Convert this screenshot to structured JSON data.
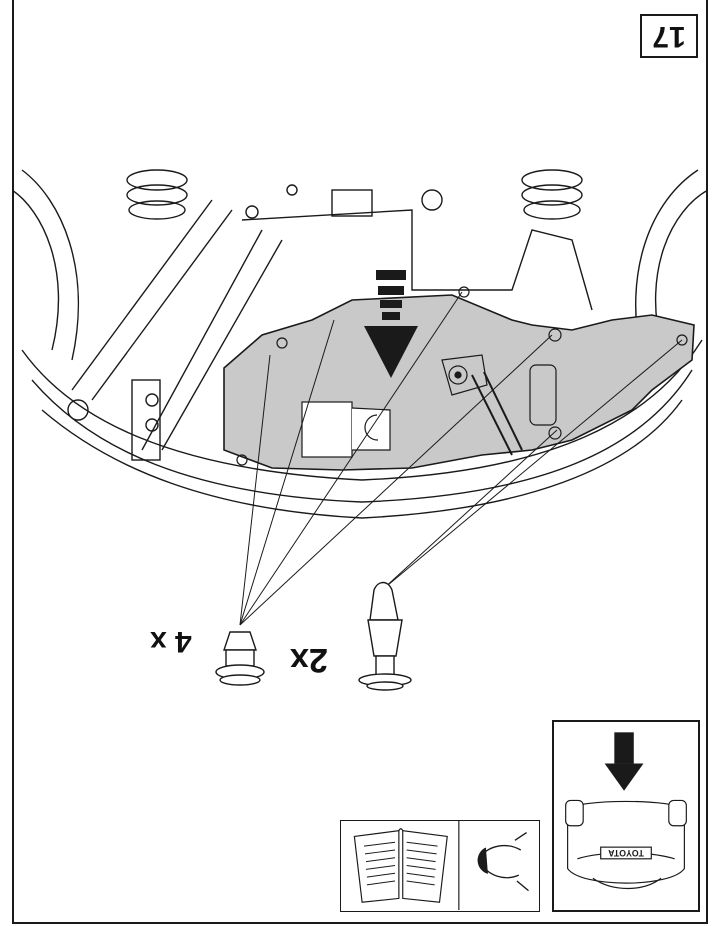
{
  "step": {
    "number": "17"
  },
  "fasteners": {
    "clip_type_a": {
      "quantity": "4 x"
    },
    "clip_type_b": {
      "quantity": "2x"
    }
  },
  "icons": {
    "manual": "open-manual-icon",
    "inspect": "eye-icon",
    "direction": "down-arrow-icon",
    "vehicle": "vehicle-underside-icon"
  },
  "locator": {
    "brand_label": "TOYOTA"
  },
  "colors": {
    "line": "#1a1a1a",
    "shield_fill": "#c9c9c9",
    "paper": "#ffffff"
  }
}
